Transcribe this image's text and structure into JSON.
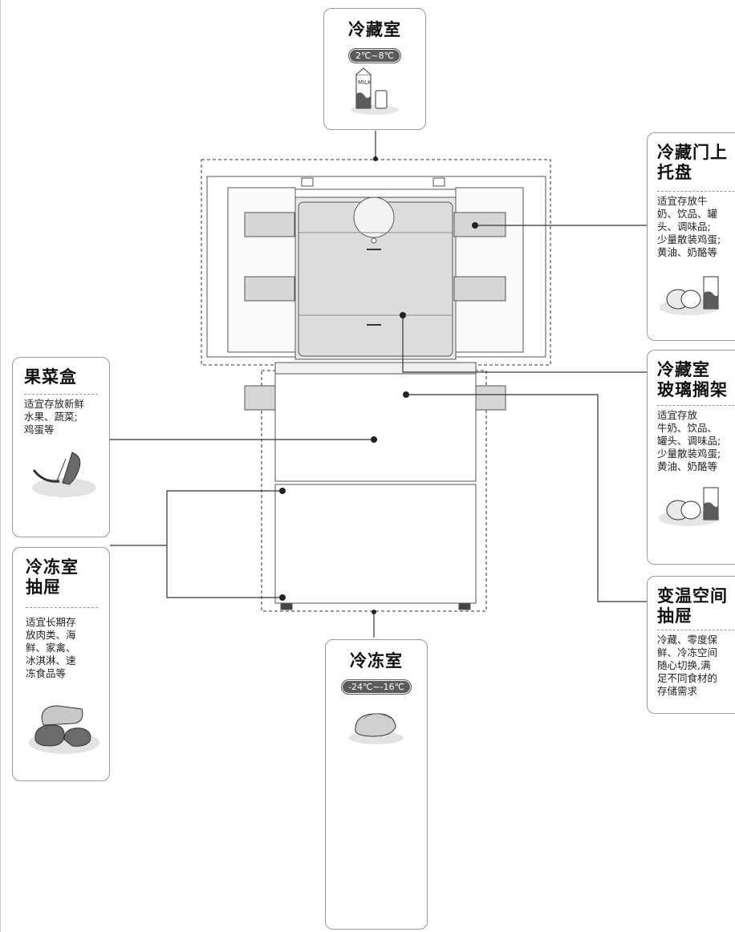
{
  "fridge_top": {
    "title": "冷藏室",
    "temp": "2℃~8℃",
    "icon": "milk-carton-icon"
  },
  "freezer_bottom": {
    "title": "冷冻室",
    "temp": "-24℃~-16℃",
    "icon": "frozen-meat-icon"
  },
  "left_cards": [
    {
      "title": "果菜盒",
      "desc": "适宜存放新鲜\n水果、蔬菜;\n鸡蛋等",
      "icon": "vegetables-icon"
    },
    {
      "title": "冷冻室\n抽屉",
      "desc": "适宜长期存\n放肉类、海\n鲜、家禽、\n冰淇淋、速\n冻食品等",
      "icon": "meat-icon"
    }
  ],
  "right_cards": [
    {
      "title": "冷藏门上\n托盘",
      "desc": "适宜存放牛\n奶、饮品、罐\n头、调味品;\n少量散装鸡蛋;\n黄油、奶酪等",
      "icon": "eggs-milk-icon"
    },
    {
      "title": "冷藏室\n玻璃搁架",
      "desc": "适宜存放\n牛奶、饮品、\n罐头、调味品;\n少量散装鸡蛋;\n黄油、奶酪等",
      "icon": "eggs-milk-icon"
    },
    {
      "title": "变温空间\n抽屉",
      "desc": "冷藏、零度保\n鲜、冷冻空间\n随心切换,满\n足不同食材的\n存储需求"
    }
  ],
  "milk_label": "MILK"
}
